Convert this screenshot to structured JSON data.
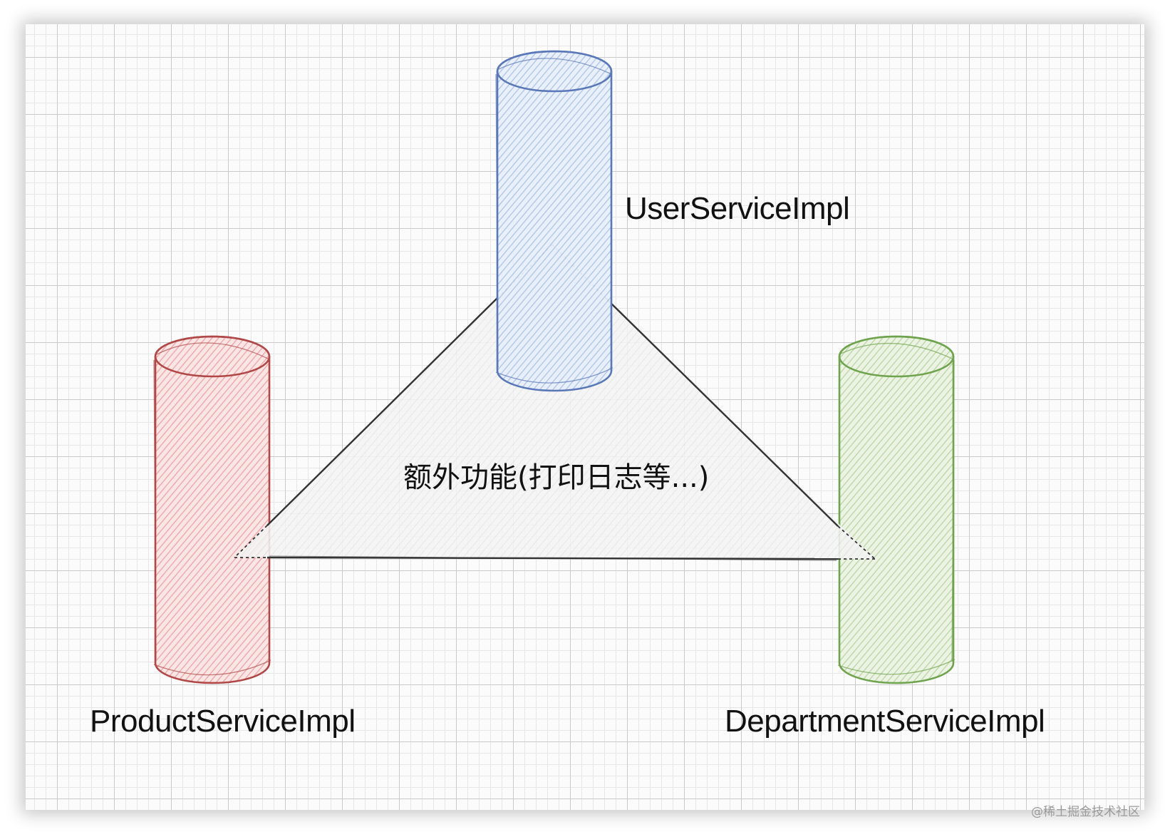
{
  "diagram": {
    "center_label": "额外功能(打印日志等...)",
    "cylinders": [
      {
        "id": "user",
        "label": "UserServiceImpl",
        "stroke": "#5a78b8",
        "fill": "#bcd0ef"
      },
      {
        "id": "product",
        "label": "ProductServiceImpl",
        "stroke": "#b04848",
        "fill": "#f3b6b6"
      },
      {
        "id": "department",
        "label": "DepartmentServiceImpl",
        "stroke": "#6fa34e",
        "fill": "#c5ddb2"
      }
    ],
    "triangle": {
      "stroke": "#333333",
      "fill": "#efefef"
    }
  },
  "watermark": "@稀土掘金技术社区"
}
